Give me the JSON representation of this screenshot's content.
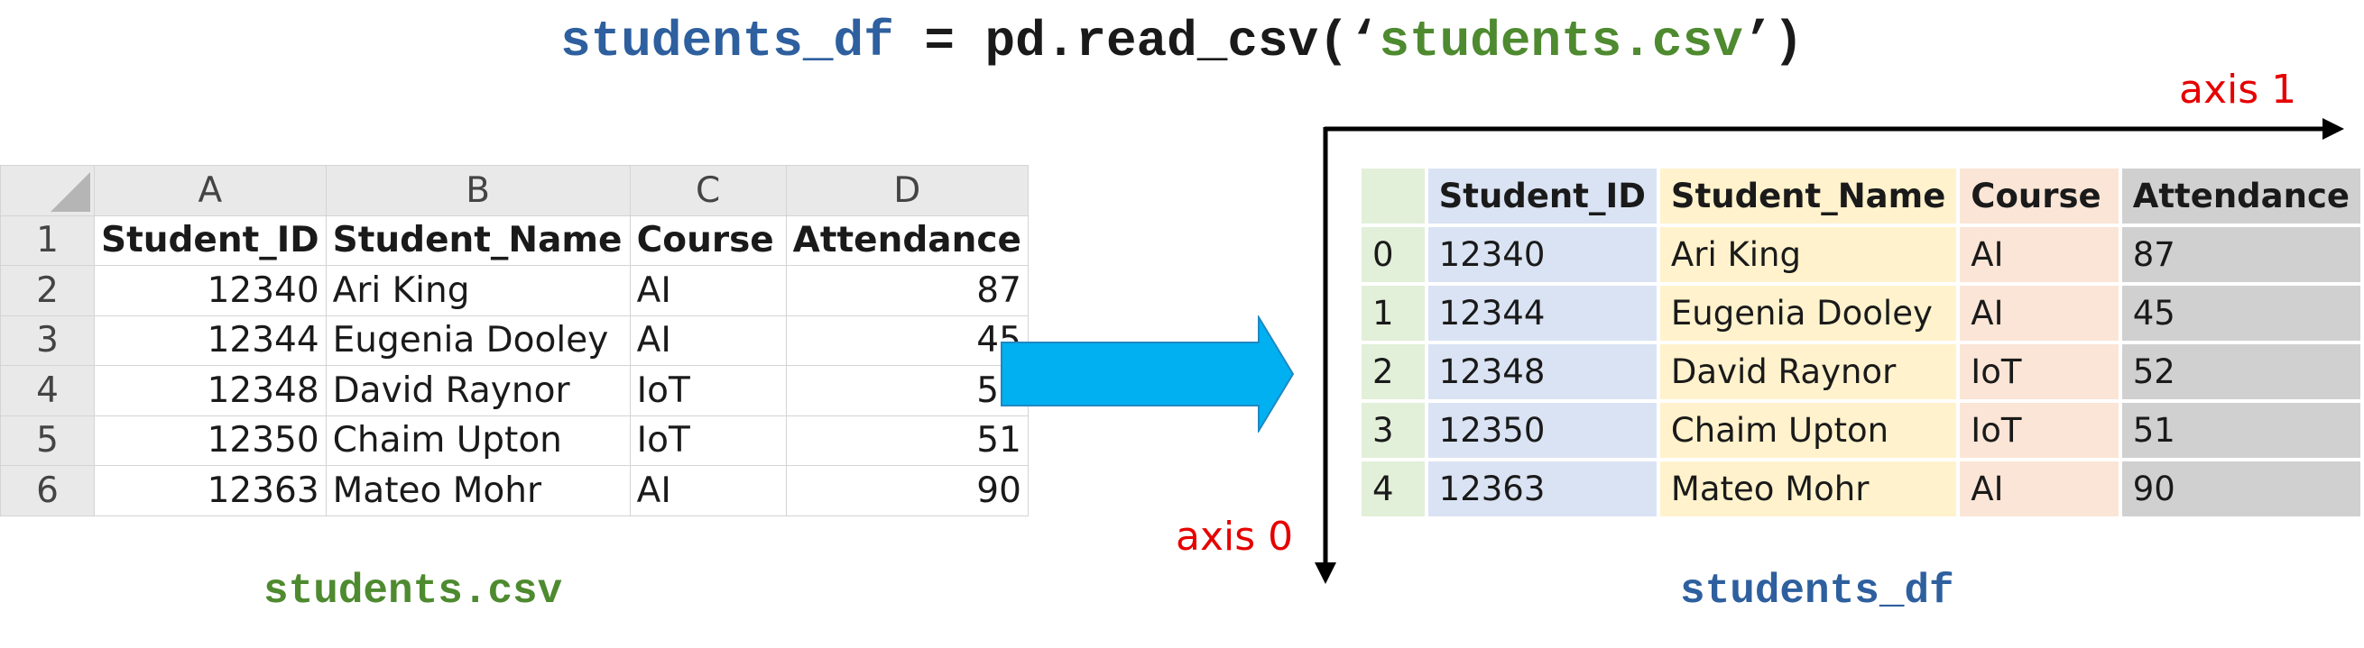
{
  "code": {
    "var": "students_df",
    "assign": " = pd.read_csv(",
    "open_quote": "‘",
    "filename": "students.csv",
    "close": "’)"
  },
  "spreadsheet": {
    "column_letters": [
      "A",
      "B",
      "C",
      "D"
    ],
    "row_numbers": [
      "1",
      "2",
      "3",
      "4",
      "5",
      "6"
    ],
    "headers": [
      "Student_ID",
      "Student_Name",
      "Course",
      "Attendance"
    ],
    "rows": [
      [
        "12340",
        "Ari King",
        "AI",
        "87"
      ],
      [
        "12344",
        "Eugenia Dooley",
        "AI",
        "45"
      ],
      [
        "12348",
        "David Raynor",
        "IoT",
        "52"
      ],
      [
        "12350",
        "Chaim Upton",
        "IoT",
        "51"
      ],
      [
        "12363",
        "Mateo Mohr",
        "AI",
        "90"
      ]
    ],
    "caption": "students.csv"
  },
  "dataframe": {
    "headers": [
      "Student_ID",
      "Student_Name",
      "Course",
      "Attendance"
    ],
    "index": [
      "0",
      "1",
      "2",
      "3",
      "4"
    ],
    "rows": [
      [
        "12340",
        "Ari King",
        "AI",
        "87"
      ],
      [
        "12344",
        "Eugenia Dooley",
        "AI",
        "45"
      ],
      [
        "12348",
        "David Raynor",
        "IoT",
        "52"
      ],
      [
        "12350",
        "Chaim Upton",
        "IoT",
        "51"
      ],
      [
        "12363",
        "Mateo Mohr",
        "AI",
        "90"
      ]
    ],
    "caption": "students_df"
  },
  "axes": {
    "axis1": "axis 1",
    "axis0": "axis 0"
  },
  "colors": {
    "code_variable": "#2e5f9e",
    "code_string": "#4e8a2f",
    "axis_label": "#e60000",
    "arrow": "#00b0f0",
    "index_col": "#e2efd9",
    "id_col": "#dae3f3",
    "name_col": "#fff2cc",
    "course_col": "#fbe5d6",
    "attendance_col": "#d0d0d0"
  }
}
